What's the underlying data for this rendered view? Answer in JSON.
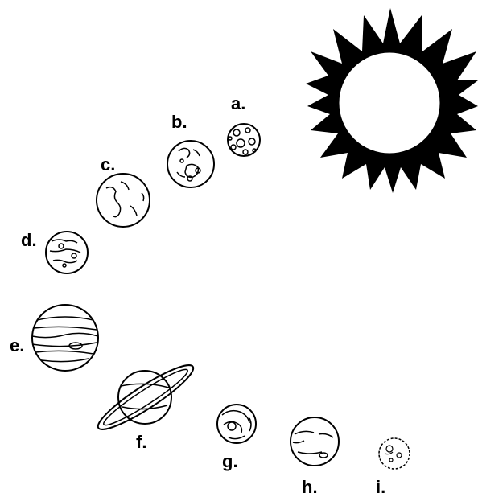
{
  "diagram": {
    "sun": {
      "icon": "sun-icon"
    },
    "planets": [
      {
        "label": "a.",
        "icon": "planet-a-icon"
      },
      {
        "label": "b.",
        "icon": "planet-b-icon"
      },
      {
        "label": "c.",
        "icon": "planet-c-icon"
      },
      {
        "label": "d.",
        "icon": "planet-d-icon"
      },
      {
        "label": "e.",
        "icon": "planet-e-icon"
      },
      {
        "label": "f.",
        "icon": "planet-f-icon"
      },
      {
        "label": "g.",
        "icon": "planet-g-icon"
      },
      {
        "label": "h.",
        "icon": "planet-h-icon"
      },
      {
        "label": "i.",
        "icon": "planet-i-icon"
      }
    ]
  }
}
